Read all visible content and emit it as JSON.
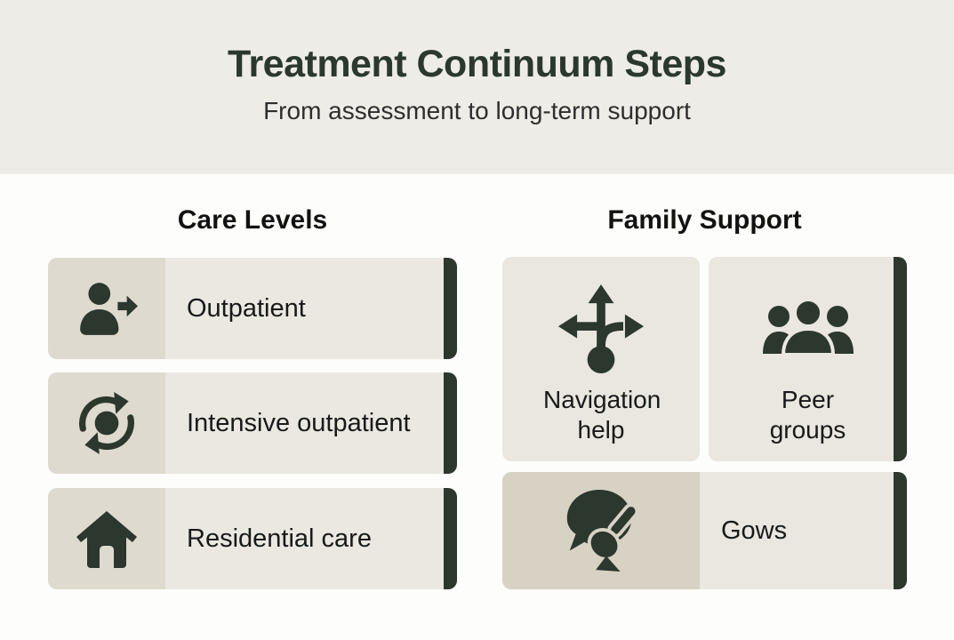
{
  "header": {
    "title": "Treatment Continuum Steps",
    "subtitle": "From assessment to long-term support"
  },
  "care_levels": {
    "heading": "Care Levels",
    "items": [
      {
        "label": "Outpatient",
        "icon": "person-arrow-icon"
      },
      {
        "label": "Intensive outpatient",
        "icon": "cycle-arrows-icon"
      },
      {
        "label": "Residential care",
        "icon": "home-icon"
      }
    ]
  },
  "family_support": {
    "heading": "Family Support",
    "cards": [
      {
        "label": "Navigation help",
        "icon": "branching-arrows-icon"
      },
      {
        "label": "Peer groups",
        "icon": "people-group-icon"
      }
    ],
    "bottom_card": {
      "label": "Gows",
      "icon": "tap-chat-icon"
    }
  },
  "colors": {
    "header_bg": "#EDECE6",
    "body_bg": "#FDFDFB",
    "title_text": "#2B382E",
    "subtitle_text": "#2E2E2E",
    "heading_text": "#121212",
    "label_text": "#191919",
    "row_icon_panel_bg": "#DFDACF",
    "row_text_panel_bg": "#EAE8E1",
    "card_bg": "#E9E7E0",
    "gows_icon_panel_bg": "#D7D2C4",
    "accent_dark": "#2C372E"
  }
}
